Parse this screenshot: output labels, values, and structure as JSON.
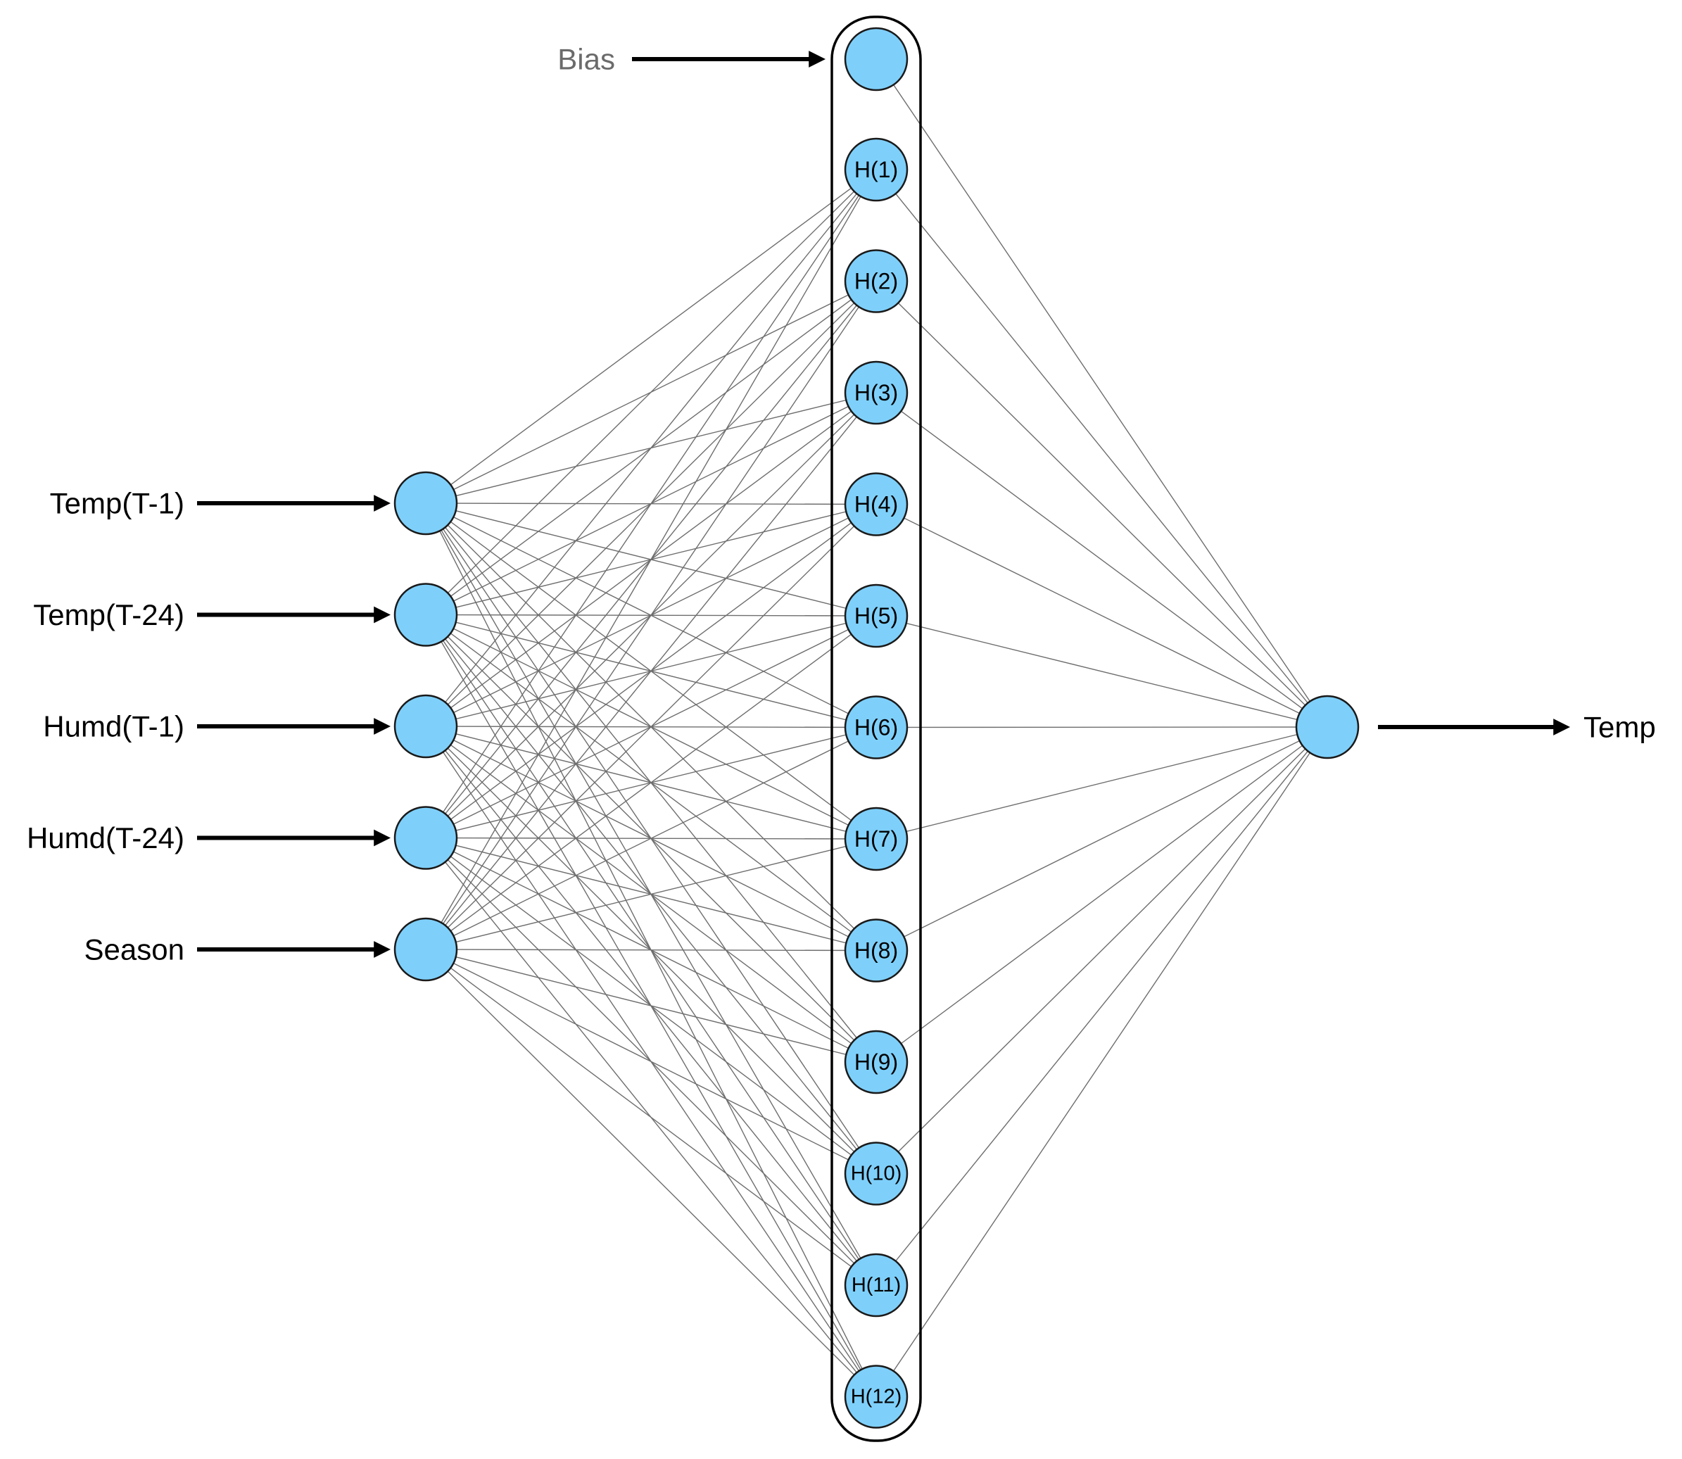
{
  "colors": {
    "node_fill": "#7ed0fb",
    "node_stroke": "#1a1a1a",
    "edge": "#6e6e6e",
    "arrow": "#000000",
    "label": "#000000",
    "bias_label": "#6b6b6b",
    "hidden_container": "#000000"
  },
  "inputs": [
    {
      "label": "Temp(T-1)"
    },
    {
      "label": "Temp(T-24)"
    },
    {
      "label": "Humd(T-1)"
    },
    {
      "label": "Humd(T-24)"
    },
    {
      "label": "Season"
    }
  ],
  "bias": {
    "label": "Bias"
  },
  "hidden": [
    {
      "label": "H(1)"
    },
    {
      "label": "H(2)"
    },
    {
      "label": "H(3)"
    },
    {
      "label": "H(4)"
    },
    {
      "label": "H(5)"
    },
    {
      "label": "H(6)"
    },
    {
      "label": "H(7)"
    },
    {
      "label": "H(8)"
    },
    {
      "label": "H(9)"
    },
    {
      "label": "H(10)"
    },
    {
      "label": "H(11)"
    },
    {
      "label": "H(12)"
    }
  ],
  "output": {
    "label": "Temp"
  }
}
